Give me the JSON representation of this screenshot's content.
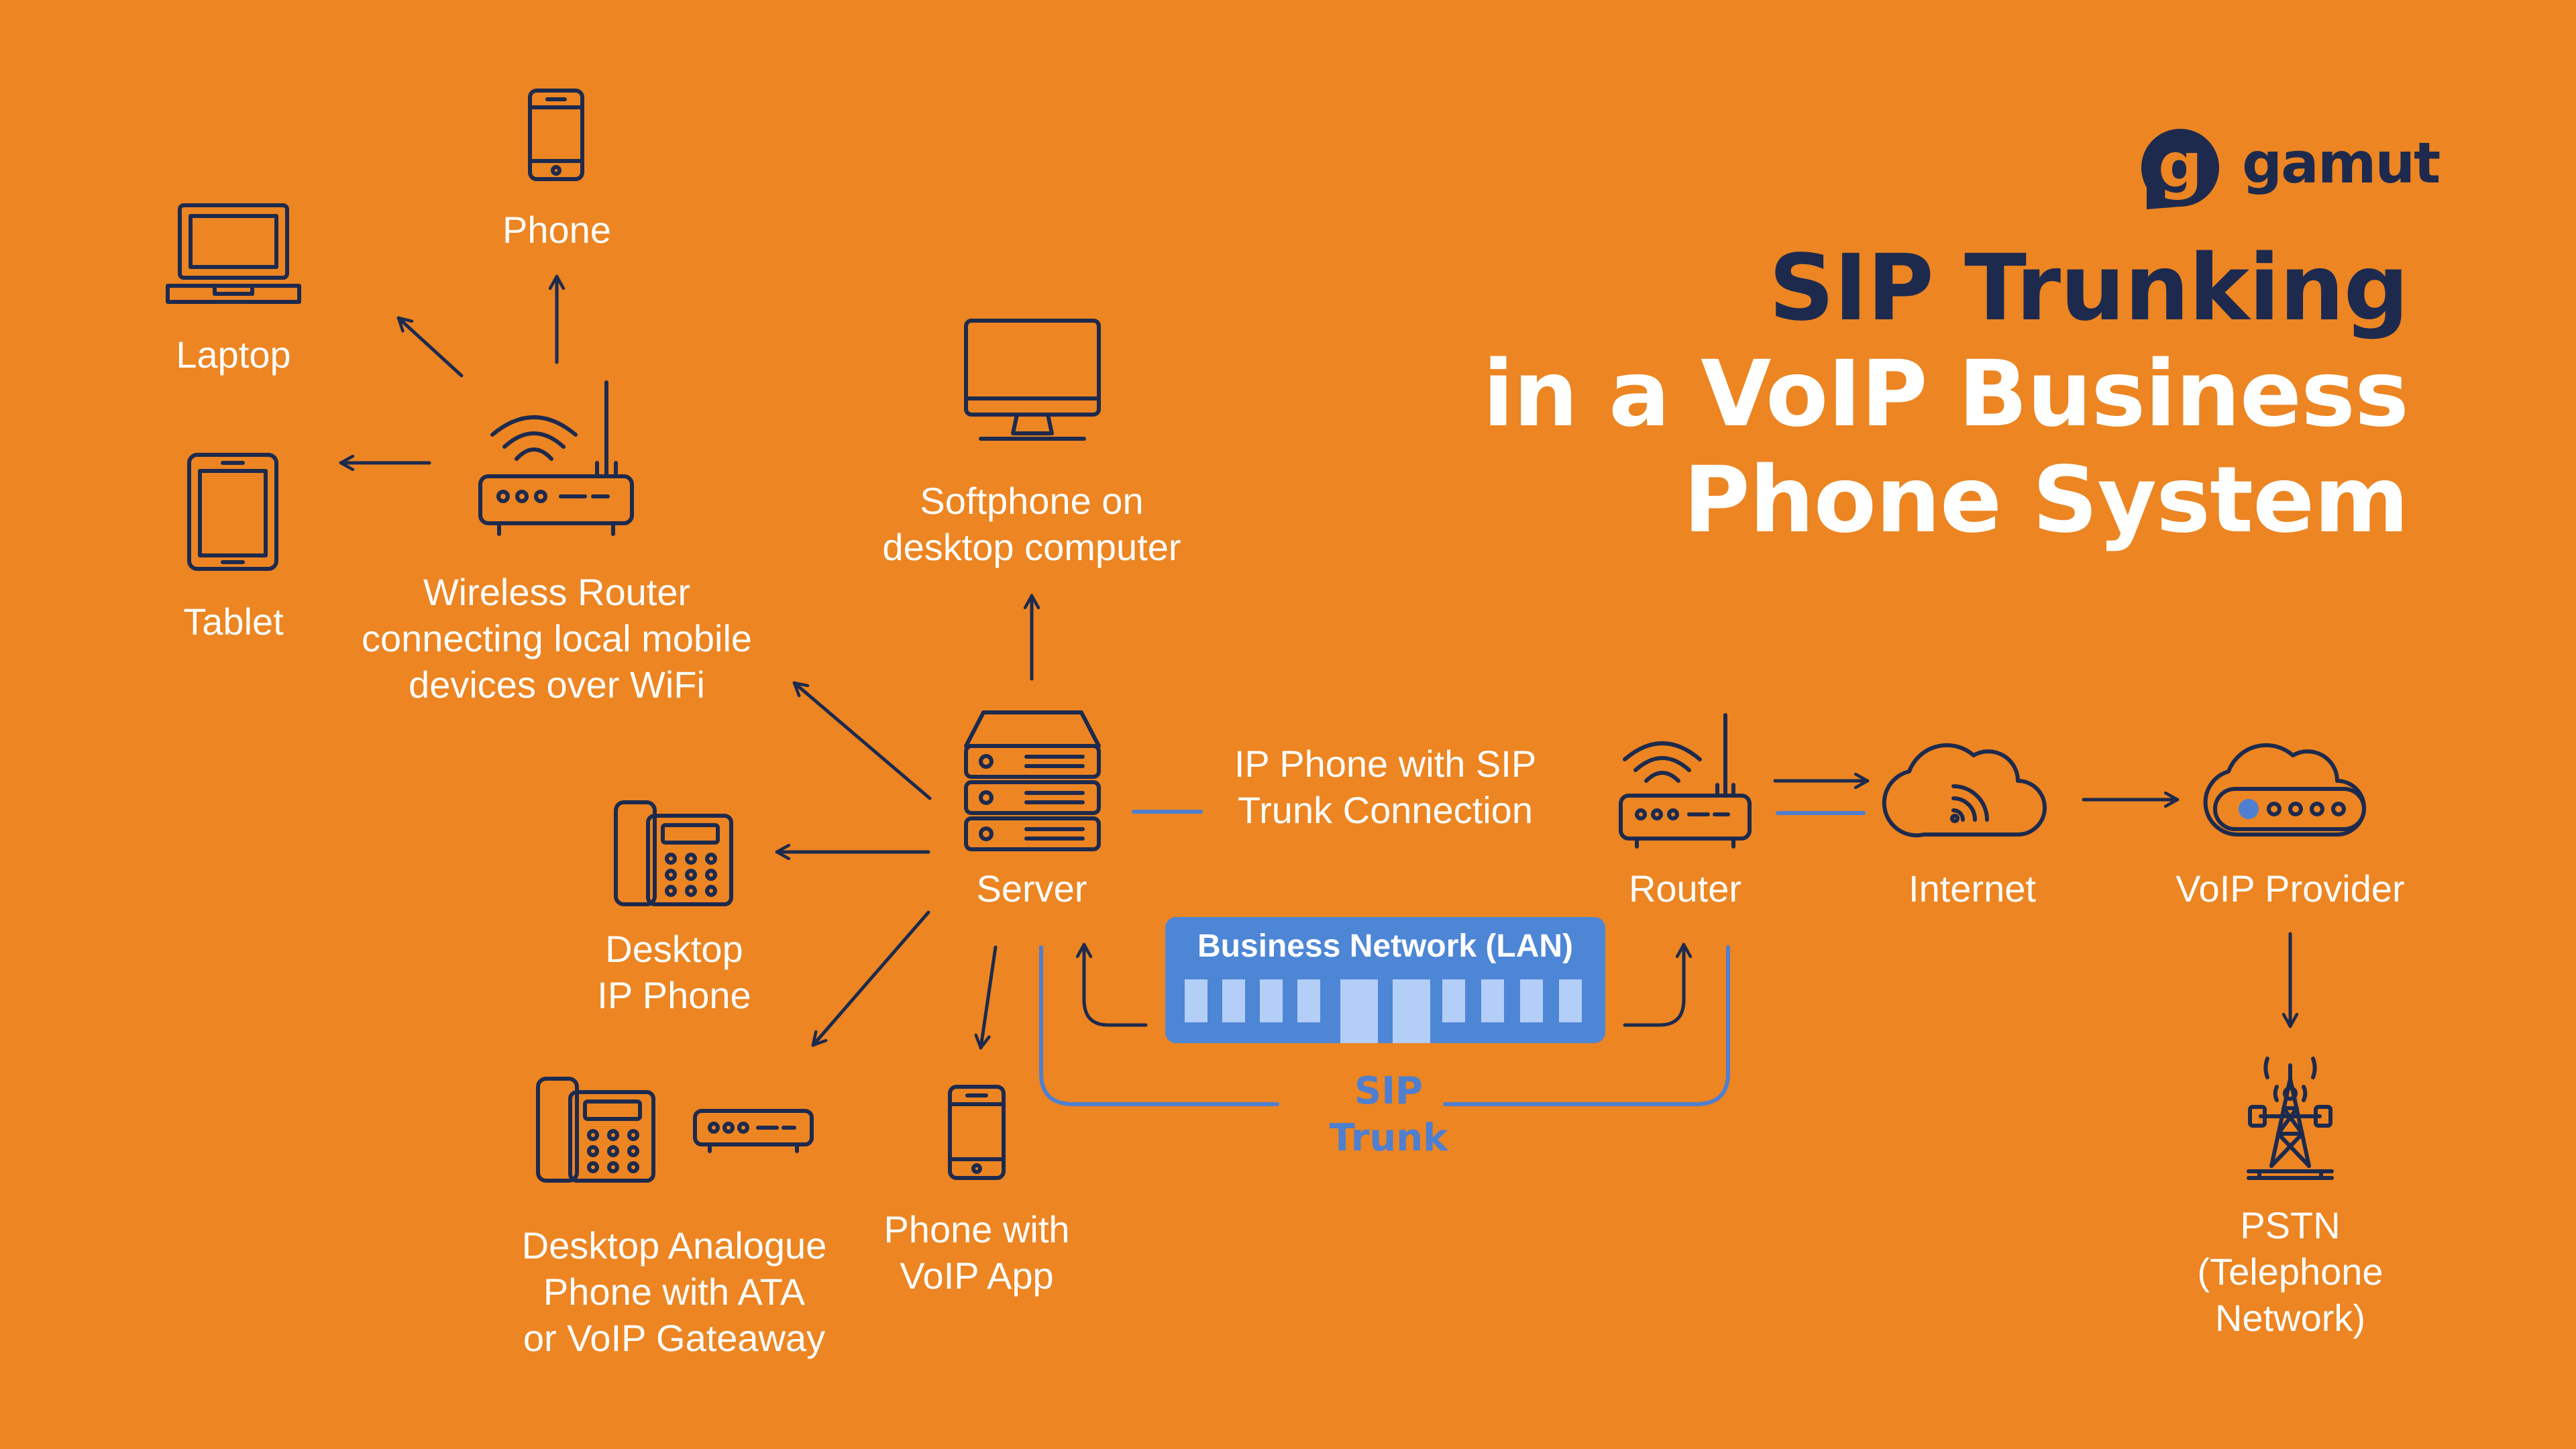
{
  "brand": {
    "name": "gamut",
    "logo_letter": "g"
  },
  "title": {
    "line1": "SIP Trunking",
    "line2": "in a VoIP Business",
    "line3": "Phone System"
  },
  "nodes": {
    "phone": "Phone",
    "laptop": "Laptop",
    "tablet": "Tablet",
    "wireless_router": "Wireless Router\nconnecting local mobile\ndevices over WiFi",
    "softphone": "Softphone on\ndesktop computer",
    "server": "Server",
    "ip_phone_sip": "IP Phone with SIP\nTrunk Connection",
    "desktop_ip_phone": "Desktop\nIP Phone",
    "analogue_phone": "Desktop Analogue\nPhone with ATA\nor VoIP Gateaway",
    "voip_app_phone": "Phone with\nVoIP App",
    "router": "Router",
    "internet": "Internet",
    "voip_provider": "VoIP Provider",
    "pstn": "PSTN\n(Telephone\nNetwork)"
  },
  "lan": {
    "label": "Business Network (LAN)"
  },
  "sip_trunk": {
    "label": "SIP\nTrunk"
  },
  "colors": {
    "background": "#EC8522",
    "navy": "#1D2A4E",
    "white": "#FFFFFF",
    "lan_blue": "#4E86D6",
    "lan_port": "#B3CEF7",
    "sip_blue": "#4E7FD0"
  }
}
